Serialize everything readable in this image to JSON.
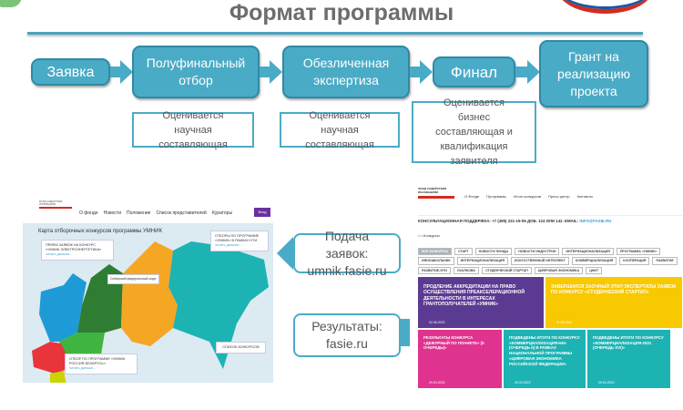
{
  "slide": {
    "title": "Формат программы"
  },
  "flow": {
    "steps": [
      "Заявка",
      "Полуфинальный отбор",
      "Обезличенная экспертиза",
      "Финал",
      "Грант на реализацию проекта"
    ],
    "descriptions": [
      "Оценивается научная составляющая",
      "Оценивается научная составляющая",
      "Оценивается бизнес составляющая и квалификация заявителя"
    ]
  },
  "callouts": {
    "apply": "Подача заявок: umnik.fasie.ru",
    "results": "Результаты: fasie.ru"
  },
  "umnik_site": {
    "logo": "ФОНД СОДЕЙСТВИЯ ИННОВАЦИЯМ",
    "nav": [
      "О фонде",
      "Новости",
      "Положение",
      "Список представителей",
      "Кураторы"
    ],
    "login": "Вход",
    "map_title": "Карта отборочных конкурсов программы УМНИК",
    "popup1": "ПРИЁМ ЗАЯВОК НА КОНКУРС «УМНИК-ЭЛЕКТРОЭНЕРГЕТИКА»",
    "popup1_link": "читать дальше...",
    "popup2": "ОТБОРЫ ПО ПРОГРАММЕ «УМНИК» В РАМКАХ НТИ",
    "popup2_link": "читать дальше...",
    "popup3": "ОТБОР ПО ПРОГРАММЕ «УМНИК РОССИЯ-БЕЛАРУСЬ»",
    "popup3_link": "читать дальше...",
    "tooltip": "Сибирский федеральный округ",
    "list_button": "СПИСОК КОНКУРСОВ",
    "colors": {
      "nw": "#1e9bd7",
      "c": "#e8343a",
      "v": "#3fb540",
      "u": "#2e7d32",
      "s": "#f5a623",
      "fe": "#1db3b3"
    }
  },
  "fasie_site": {
    "logo": "ФОНД СОДЕЙСТВИЯ ИННОВАЦИЯМ",
    "nav": [
      "О Фонде",
      "Программы",
      "Итоги конкурсов",
      "Пресс-центр",
      "Контакты"
    ],
    "support": "КОНСУЛЬТАЦИОННАЯ ПОДДЕРЖКА: +7 (495) 231-19-06 ДОБ. 124 ИЛИ 142. EMAIL: ",
    "email": "INFO@FASIE.RU",
    "breadcrumb": "⌂ • Конкурсы",
    "tags": [
      "ВСЕ КОНКУРСЫ",
      "СТАРТ",
      "НОВОСТИ ФОНДА",
      "НОВОСТИ ИНДУСТРИИ",
      "ИНТЕРНАЦИОНАЛИЗАЦИЯ",
      "ПРОГРАММА «УМНИК»",
      "ИННОШКОЛЬНИК",
      "ИНТЕРНАЦИОНАЛИЗАЦИЯ",
      "ИСКУССТВЕННЫЙ ИНТЕЛЛЕКТ",
      "КОММЕРЦИАЛИЗАЦИЯ",
      "КООПЕРАЦИЯ",
      "РАЗВИТИЕ",
      "РАЗВИТИЕ-НТИ",
      "СКОЛКОВО",
      "СТУДЕНЧЕСКИЙ СТАРТАП",
      "ЦИФРОВАЯ ЭКОНОМИКА",
      "ЦНИТ"
    ],
    "cards": [
      {
        "title": "ПРОДЛЕНИЕ АККРЕДИТАЦИИ НА ПРАВО ОСУЩЕСТВЛЕНИЯ ПРЕАКСЕЛЕРАЦИОННОЙ ДЕЯТЕЛЬНОСТИ В ИНТЕРЕСАХ ГРАНТОПОЛУЧАТЕЛЕЙ «УМНИК»",
        "date": "02.06.2022",
        "color": "#5b3a92"
      },
      {
        "title": "ЗАВЕРШИЛСЯ ЗАОЧНЫЙ ЭТАП ЭКСПЕРТИЗЫ ЗАЯВОК ПО КОНКУРСУ «СТУДЕНЧЕСКИЙ СТАРТАП»",
        "date": "11.05.2022",
        "color": "#f8c800"
      },
      {
        "title": "РЕЗУЛЬТАТЫ КОНКУРСА «ДЕЖУРНЫЙ ПО ПЛАНЕТЕ» (II ОЧЕРЕДЬ)»",
        "date": "29.04.2022",
        "color": "#e0338f"
      },
      {
        "title": "ПОДВЕДЕНЫ ИТОГИ ПО КОНКУРСУ «КОММЕРЦИАЛИЗАЦИЯ-НИ» (ОЧЕРЕДЬ II) В РАМКАХ НАЦИОНАЛЬНОЙ ПРОГРАММЫ «ЦИФРОВАЯ ЭКОНОМИКА РОССИЙСКОЙ ФЕДЕРАЦИИ»",
        "date": "29.04.2022",
        "color": "#1db3b3"
      },
      {
        "title": "ПОДВЕДЕНЫ ИТОГИ ПО КОНКУРСУ «КОММЕРЦИАЛИЗАЦИЯ-2021 (ОЧЕРЕДЬ XVI)»",
        "date": "29.04.2022",
        "color": "#1db3b3"
      }
    ]
  }
}
